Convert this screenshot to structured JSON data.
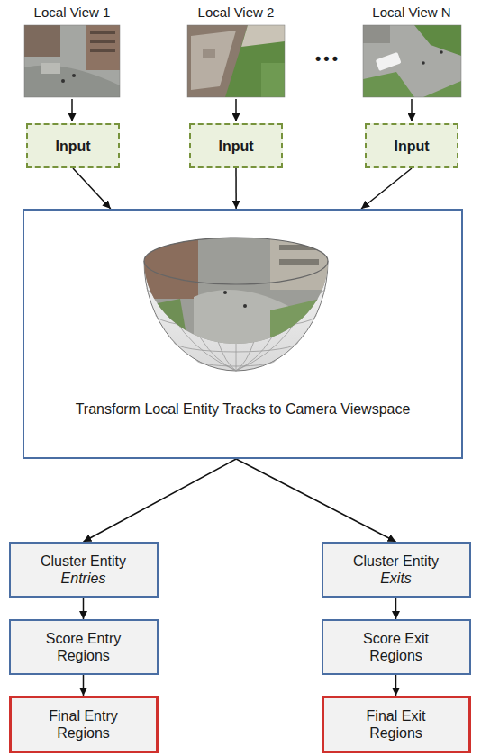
{
  "diagram": {
    "nodes": [
      {
        "text": [
          "Input"
        ]
      },
      {
        "text": [
          "Input"
        ]
      },
      {
        "text": [
          "Input"
        ]
      },
      {
        "text": [
          "Transform Local Entity Tracks to Camera Viewspace"
        ]
      },
      {
        "text": [
          "Cluster Entity",
          "Entries"
        ]
      },
      {
        "text": [
          "Cluster Entity",
          "Exits"
        ]
      },
      {
        "text": [
          "Score Entry Regions"
        ]
      },
      {
        "text": [
          "Score Exit Regions"
        ]
      },
      {
        "text": [
          "Final Entry Regions"
        ]
      },
      {
        "text": [
          "Final Exit Regions"
        ]
      }
    ],
    "edges": [
      {
        "from": 0,
        "to": 3,
        "arrow": "to"
      },
      {
        "from": 1,
        "to": 3,
        "arrow": "to"
      },
      {
        "from": 2,
        "to": 3,
        "arrow": "to"
      },
      {
        "from": 3,
        "to": 4,
        "arrow": "to"
      },
      {
        "from": 3,
        "to": 5,
        "arrow": "to"
      },
      {
        "from": 4,
        "to": 6,
        "arrow": "to"
      },
      {
        "from": 5,
        "to": 7,
        "arrow": "to"
      },
      {
        "from": 6,
        "to": 8,
        "arrow": "to"
      },
      {
        "from": 7,
        "to": 9,
        "arrow": "to"
      }
    ],
    "labels": [
      "Local View 1",
      "Local View 2",
      "Local View N",
      "•••"
    ]
  }
}
